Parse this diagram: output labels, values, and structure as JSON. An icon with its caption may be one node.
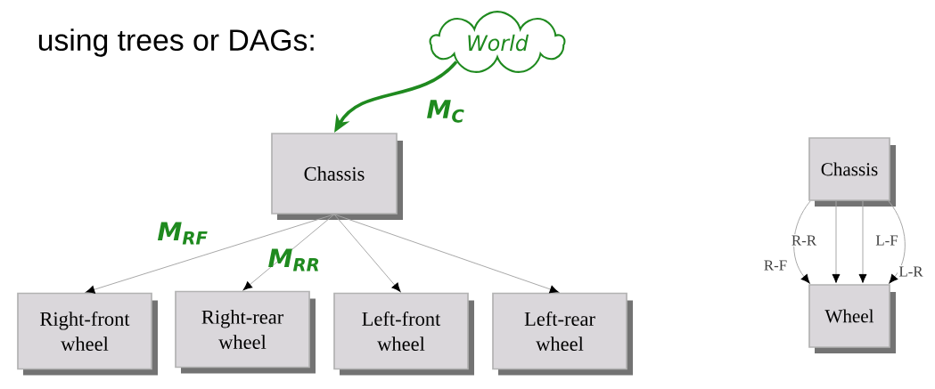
{
  "diagram": {
    "title": "using trees or DAGs:",
    "nodes": [
      {
        "text": [
          "World"
        ]
      },
      {
        "text": [
          "Chassis"
        ]
      },
      {
        "text": [
          "Right-front wheel"
        ]
      },
      {
        "text": [
          "Right-rear wheel"
        ]
      },
      {
        "text": [
          "Left-front wheel"
        ]
      },
      {
        "text": [
          "Left-rear wheel"
        ]
      },
      {
        "text": [
          "Chassis"
        ]
      },
      {
        "text": [
          "Wheel"
        ]
      }
    ],
    "edges": [
      {
        "from": 0,
        "to": 1,
        "arrow": "to",
        "label": "M$_{C}$",
        "color": "#1f8a1f",
        "style": "thick"
      },
      {
        "from": 1,
        "to": 2,
        "arrow": "to",
        "label": "M$_{RF}$"
      },
      {
        "from": 1,
        "to": 3,
        "arrow": "to",
        "label": "M$_{RR}$"
      },
      {
        "from": 1,
        "to": 4,
        "arrow": "to"
      },
      {
        "from": 1,
        "to": 5,
        "arrow": "to"
      },
      {
        "from": 6,
        "to": 7,
        "arrow": "to",
        "label": "R-F"
      },
      {
        "from": 6,
        "to": 7,
        "arrow": "to",
        "label": "R-R"
      },
      {
        "from": 6,
        "to": 7,
        "arrow": "to",
        "label": "L-F"
      },
      {
        "from": 6,
        "to": 7,
        "arrow": "to",
        "label": "L-R"
      }
    ]
  }
}
